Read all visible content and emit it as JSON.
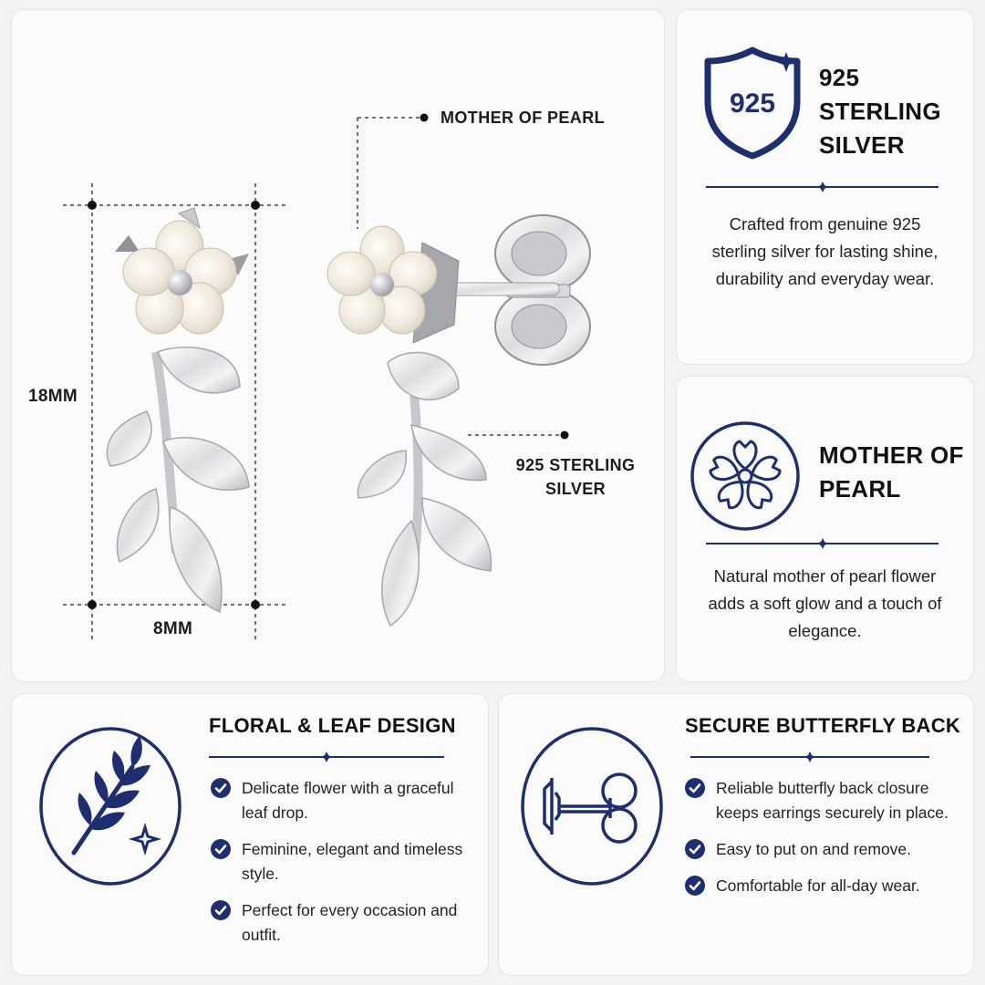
{
  "colors": {
    "navy": "#1f2e6e",
    "card": "#fbfbfc",
    "border": "#e4e4e7",
    "text": "#1c1c1e"
  },
  "product": {
    "height_label": "18MM",
    "width_label": "8MM",
    "callout_pearl": "MOTHER OF PEARL",
    "callout_silver": "925 STERLING SILVER",
    "icons": [
      "earring-front-view",
      "earring-side-view"
    ]
  },
  "silver": {
    "badge_text": "925",
    "title": "925 STERLING SILVER",
    "description": "Crafted from genuine 925 sterling silver for lasting shine, durability and everyday wear.",
    "icon": "shield-icon"
  },
  "pearl": {
    "title": "MOTHER OF PEARL",
    "description": "Natural mother of pearl flower adds a soft glow and a touch of elegance.",
    "icon": "flower-icon"
  },
  "design": {
    "title": "FLORAL & LEAF DESIGN",
    "icon": "leaf-branch-icon",
    "bullets": [
      "Delicate flower with a graceful leaf drop.",
      "Feminine, elegant and timeless style.",
      "Perfect for every occasion and outfit."
    ]
  },
  "back": {
    "title": "SECURE BUTTERFLY BACK",
    "icon": "butterfly-back-icon",
    "bullets": [
      "Reliable butterfly back closure keeps earrings securely in place.",
      "Easy to put on and remove.",
      "Comfortable for all-day wear."
    ]
  }
}
